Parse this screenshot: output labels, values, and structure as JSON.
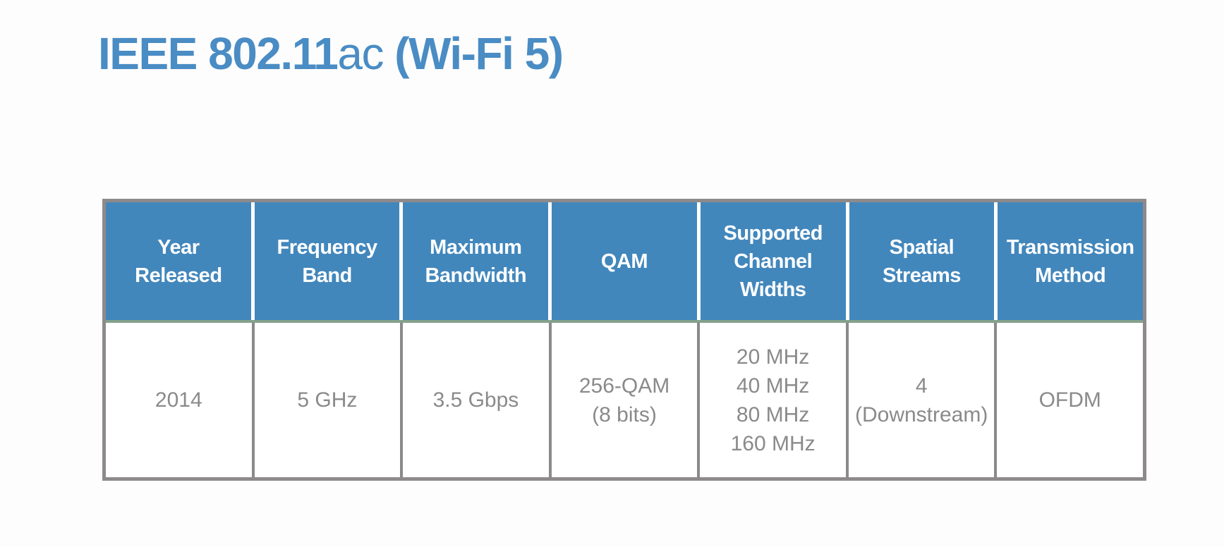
{
  "title": {
    "standard": "IEEE 802.11",
    "amendment": "ac",
    "wifi_name": " (Wi-Fi 5)"
  },
  "table": {
    "columns": [
      {
        "header": "Year\nReleased",
        "value": "2014"
      },
      {
        "header": "Frequency\nBand",
        "value": "5 GHz"
      },
      {
        "header": "Maximum\nBandwidth",
        "value": "3.5 Gbps"
      },
      {
        "header": "QAM",
        "value": "256-QAM\n(8 bits)"
      },
      {
        "header": "Supported\nChannel\nWidths",
        "value": "20 MHz\n40 MHz\n80 MHz\n160 MHz"
      },
      {
        "header": "Spatial\nStreams",
        "value": "4\n(Downstream)"
      },
      {
        "header": "Transmission\nMethod",
        "value": "OFDM"
      }
    ]
  },
  "colors": {
    "title_blue": "#4a8cc4",
    "header_background_blue": "#4287bc",
    "header_text": "#ffffff",
    "body_text_gray": "#8a8a8a",
    "outer_border_gray": "#8e8a8b",
    "body_separator_gray": "#8a8a8a",
    "header_separator_white": "#ffffff",
    "header_bottom_sage": "#85a18c",
    "page_background": "#fdfdfd"
  }
}
